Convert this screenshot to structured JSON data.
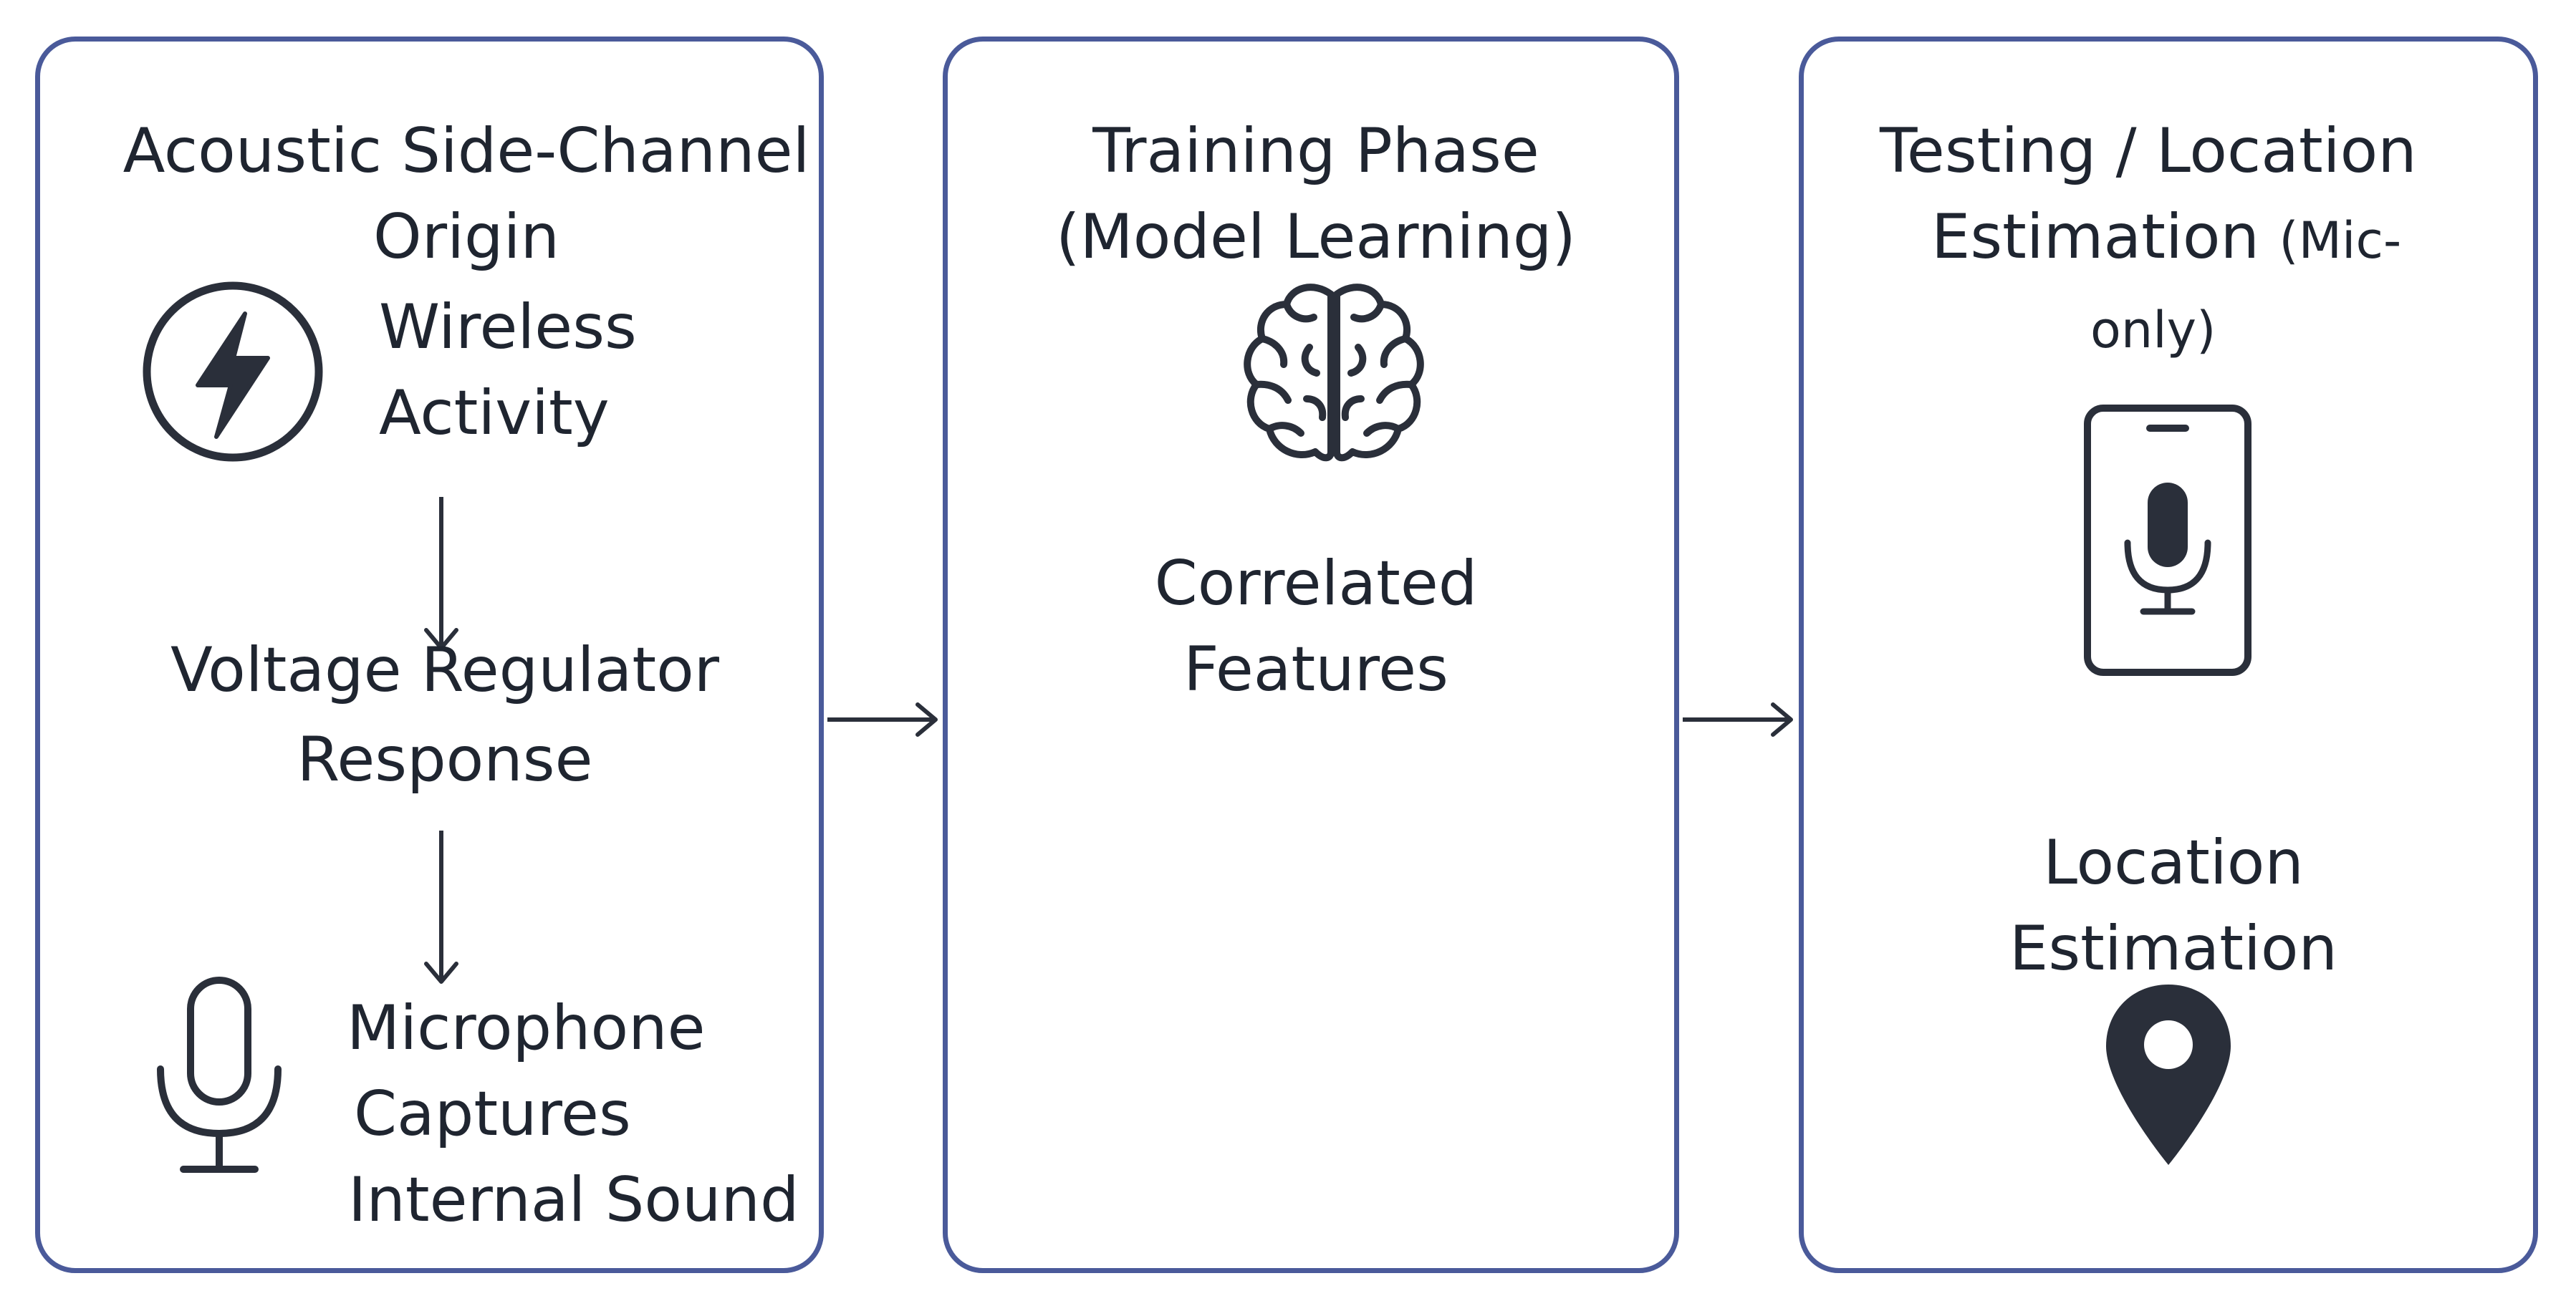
{
  "panels": {
    "origin": {
      "title_line1": "Acoustic Side-Channel",
      "title_line2": "Origin",
      "step1_line1": "Wireless",
      "step1_line2": "Activity",
      "step2_line1": "Voltage Regulator",
      "step2_line2": "Response",
      "step3_line1": "Microphone",
      "step3_line2": "Captures",
      "step3_line3": "Internal Sound",
      "icons": [
        "lightning-icon",
        "microphone-icon"
      ]
    },
    "training": {
      "title_line1": "Training Phase",
      "title_line2": "(Model Learning)",
      "label_line1": "Correlated",
      "label_line2": "Features",
      "icons": [
        "brain-icon"
      ]
    },
    "testing": {
      "title_line1": "Testing / Location",
      "title_line2": "Estimation",
      "title_line2_suffix": "(Mic-",
      "title_line3": "only)",
      "label_line1": "Location",
      "label_line2": "Estimation",
      "icons": [
        "smartphone-microphone-icon",
        "location-pin-icon"
      ]
    }
  },
  "colors": {
    "panel_border": "#4a5a9a",
    "text": "#1f2530",
    "icon": "#2a2f3a"
  }
}
